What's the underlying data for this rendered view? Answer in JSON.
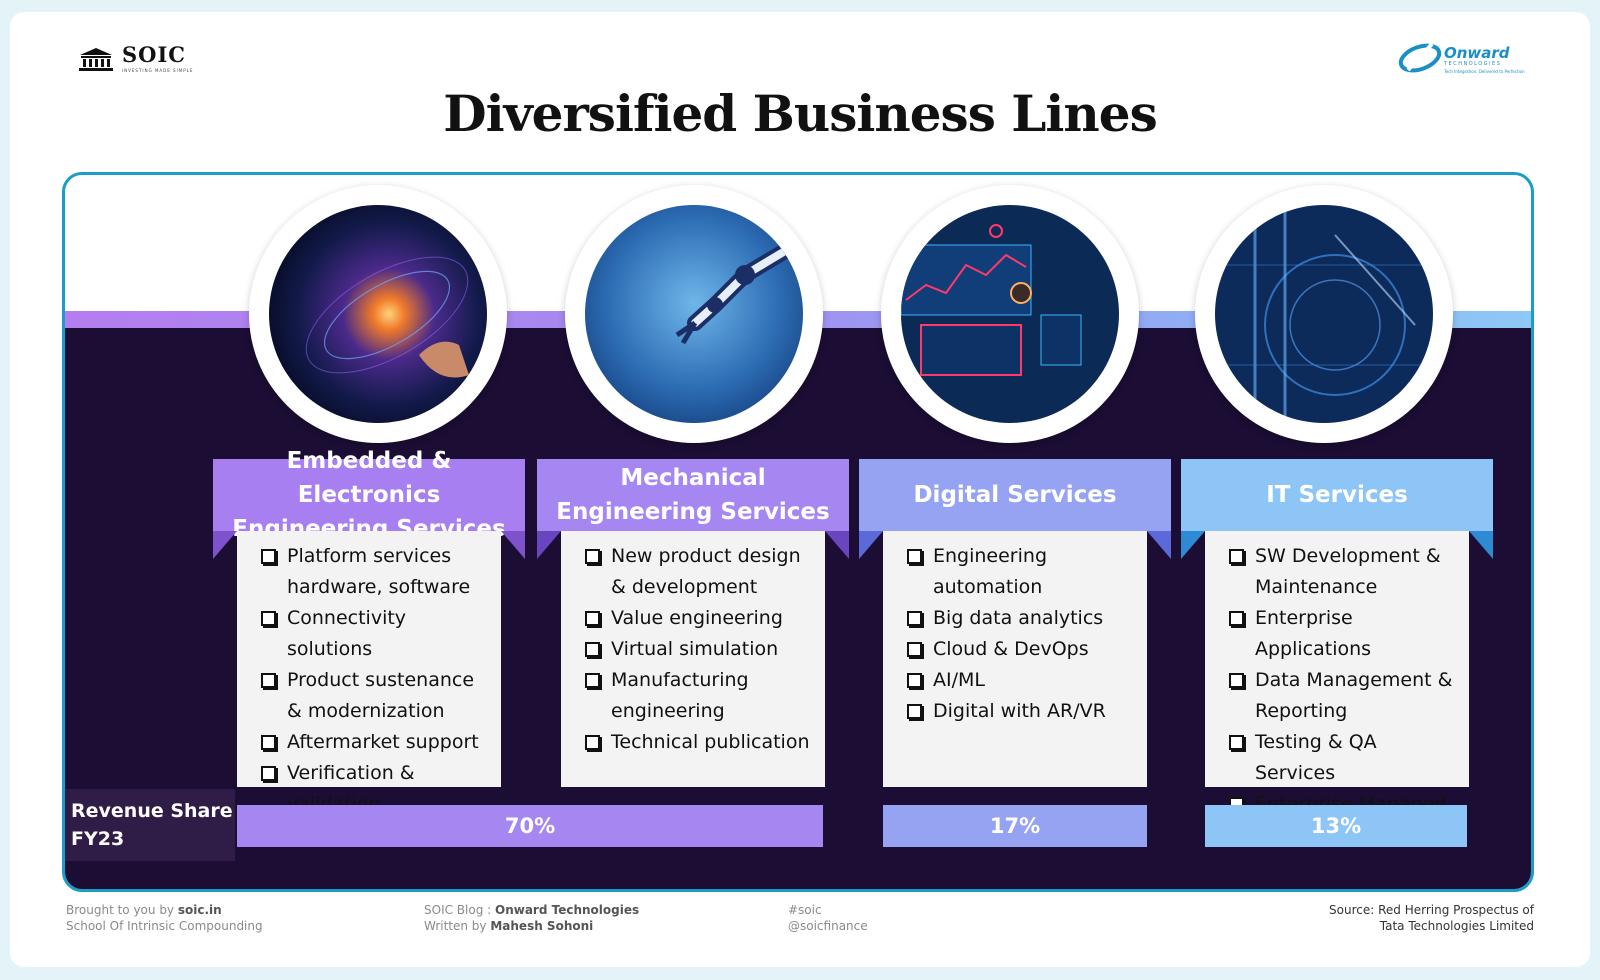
{
  "header": {
    "brand": "SOIC",
    "brand_tagline": "INVESTING MADE SIMPLE",
    "partner_logo": "Onward",
    "partner_logo_sub": "TECHNOLOGIES",
    "partner_logo_tagline": "Tech Integration. Delivered to Perfection",
    "title": "Diversified Business Lines"
  },
  "columns": [
    {
      "title": "Embedded & Electronics Engineering Services",
      "image_icon": "galaxy-touch-image",
      "items": [
        "Platform services hardware, software",
        "Connectivity solutions",
        "Product sustenance & modernization",
        "Aftermarket support",
        "Verification & validation"
      ]
    },
    {
      "title": "Mechanical Engineering Services",
      "image_icon": "robot-arm-image",
      "items": [
        "New product design & development",
        "Value engineering",
        "Virtual simulation",
        "Manufacturing engineering",
        "Technical publication"
      ]
    },
    {
      "title": "Digital Services",
      "image_icon": "data-dashboard-image",
      "items": [
        "Engineering automation",
        "Big data analytics",
        "Cloud & DevOps",
        "AI/ML",
        "Digital with AR/VR"
      ]
    },
    {
      "title": "IT Services",
      "image_icon": "circuit-tech-image",
      "items": [
        "SW Development & Maintenance",
        "Enterprise Applications",
        "Data Management & Reporting",
        "Testing & QA Services",
        "Enterprise Managed Services"
      ]
    }
  ],
  "revenue": {
    "label": "Revenue Share FY23",
    "engineering_share": "70%",
    "digital_share": "17%",
    "it_share": "13%"
  },
  "colors": {
    "col1": "#a77ff0",
    "col2": "#a687f1",
    "col3": "#96a3f3",
    "col4": "#8dc6f6",
    "panel_dark": "#1b0d33",
    "border": "#1b9dc6"
  },
  "footer": {
    "left_prefix": "Brought to you by ",
    "left_link": "soic.in",
    "left_line2": "School Of Intrinsic Compounding",
    "mid_prefix": "SOIC Blog : ",
    "mid_bold": "Onward Technologies",
    "mid2_prefix": "Written by ",
    "mid2_bold": "Mahesh Sohoni",
    "tag1": "#soic",
    "tag2": "@soicfinance",
    "source1": "Source: Red Herring Prospectus of",
    "source2": "Tata Technologies Limited"
  }
}
